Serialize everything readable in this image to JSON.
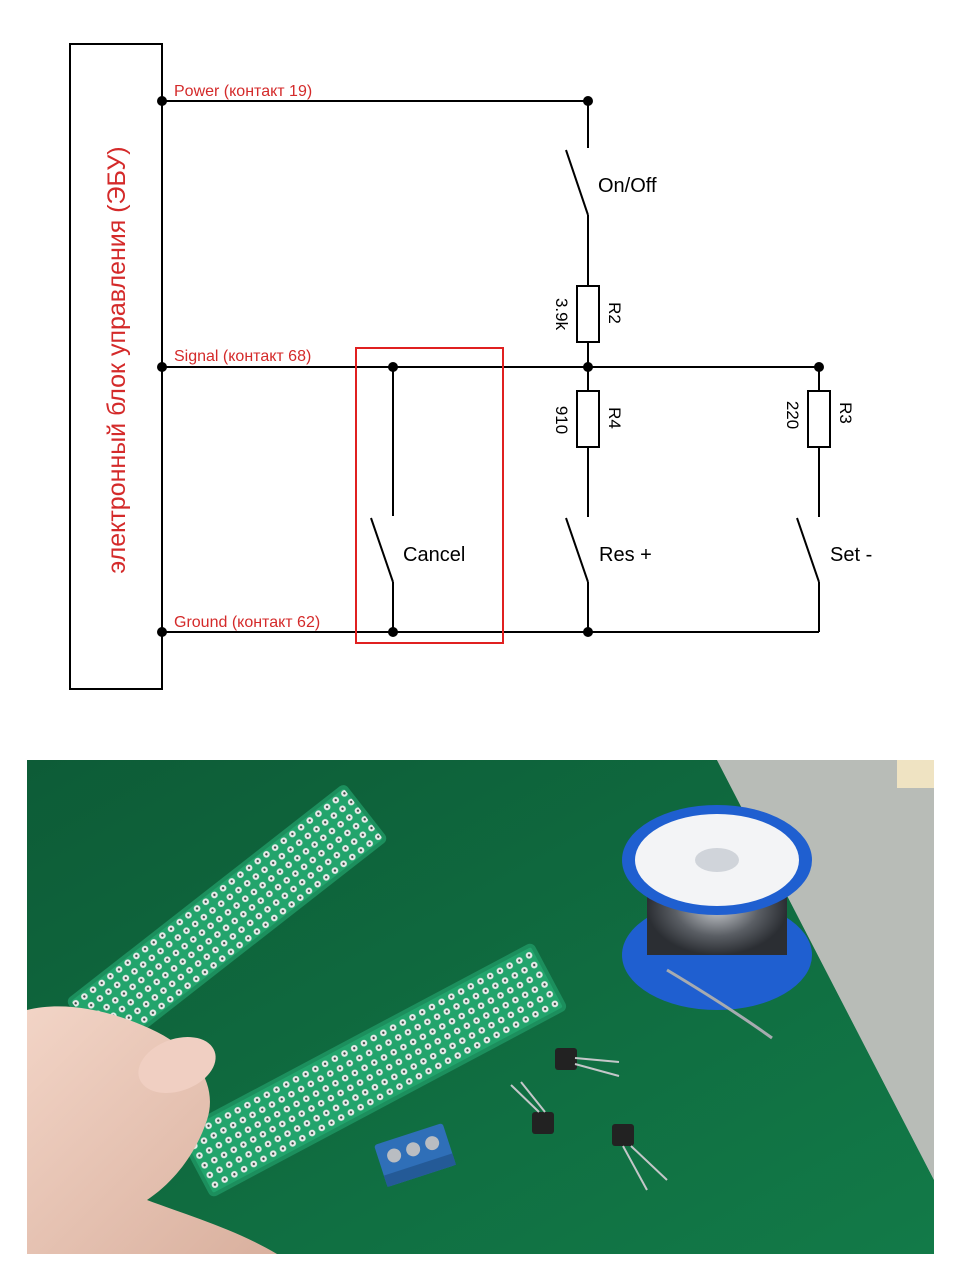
{
  "ecu": {
    "label": "электронный блок управления (ЭБУ)"
  },
  "nets": {
    "power": "Power (контакт 19)",
    "signal": "Signal (контакт 68)",
    "ground": "Ground (контакт 62)"
  },
  "switches": {
    "on_off": "On/Off",
    "cancel": "Cancel",
    "res_plus": "Res +",
    "set_minus": "Set -"
  },
  "resistors": {
    "r2": {
      "name": "R2",
      "value": "3.9k"
    },
    "r4": {
      "name": "R4",
      "value": "910"
    },
    "r3": {
      "name": "R3",
      "value": "220"
    }
  },
  "colors": {
    "label_red": "#d42a2a",
    "highlight_box": "#e02020",
    "wire": "#000000",
    "mat_green": "#0f6a3e",
    "pcb_green": "#1fa06a",
    "terminal_blue": "#2f6fb8",
    "spool_blue": "#1f5fd0"
  }
}
